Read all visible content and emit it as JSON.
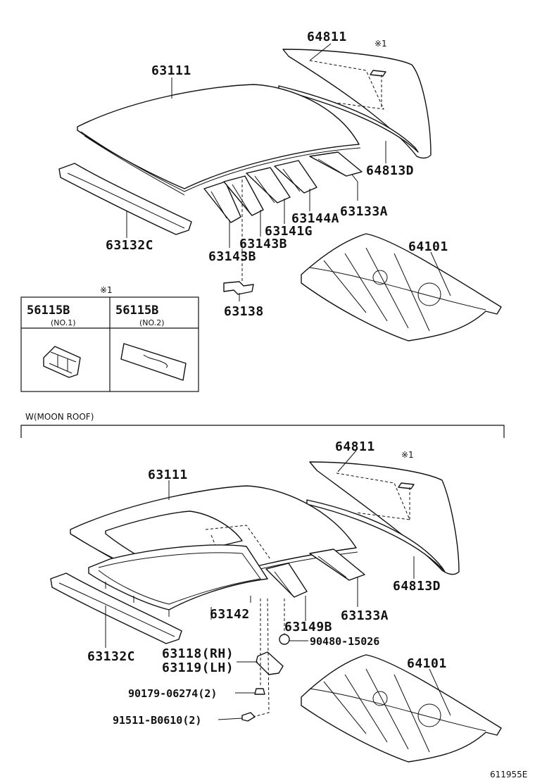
{
  "top_section": {
    "labels": {
      "back_glass": "64811",
      "note_mark": "※1",
      "roof_panel": "63111",
      "glass_dam": "64813D",
      "rear_header": "63133A",
      "roof_bow_a": "63144A",
      "roof_bow_g": "63141G",
      "roof_bow_b1": "63143B",
      "roof_bow_b2": "63143B",
      "front_header": "63132C",
      "package_tray": "64101",
      "bracket": "63138"
    },
    "legend_box": {
      "mark": "※1",
      "col1_part": "56115B",
      "col1_sub": "(NO.1)",
      "col2_part": "56115B",
      "col2_sub": "(NO.2)"
    }
  },
  "moon_roof_section": {
    "title": "W(MOON ROOF)",
    "labels": {
      "back_glass": "64811",
      "note_mark": "※1",
      "roof_panel": "63111",
      "glass_dam": "64813D",
      "rear_header": "63133A",
      "roof_bow": "63149B",
      "housing": "63142",
      "front_header": "63132C",
      "bracket_rh": "63118(RH)",
      "bracket_lh": "63119(LH)",
      "clip": "90480-15026",
      "nut": "90179-06274(2)",
      "bolt": "91511-B0610(2)",
      "package_tray": "64101"
    }
  },
  "footer": {
    "figure_code": "611955E"
  }
}
